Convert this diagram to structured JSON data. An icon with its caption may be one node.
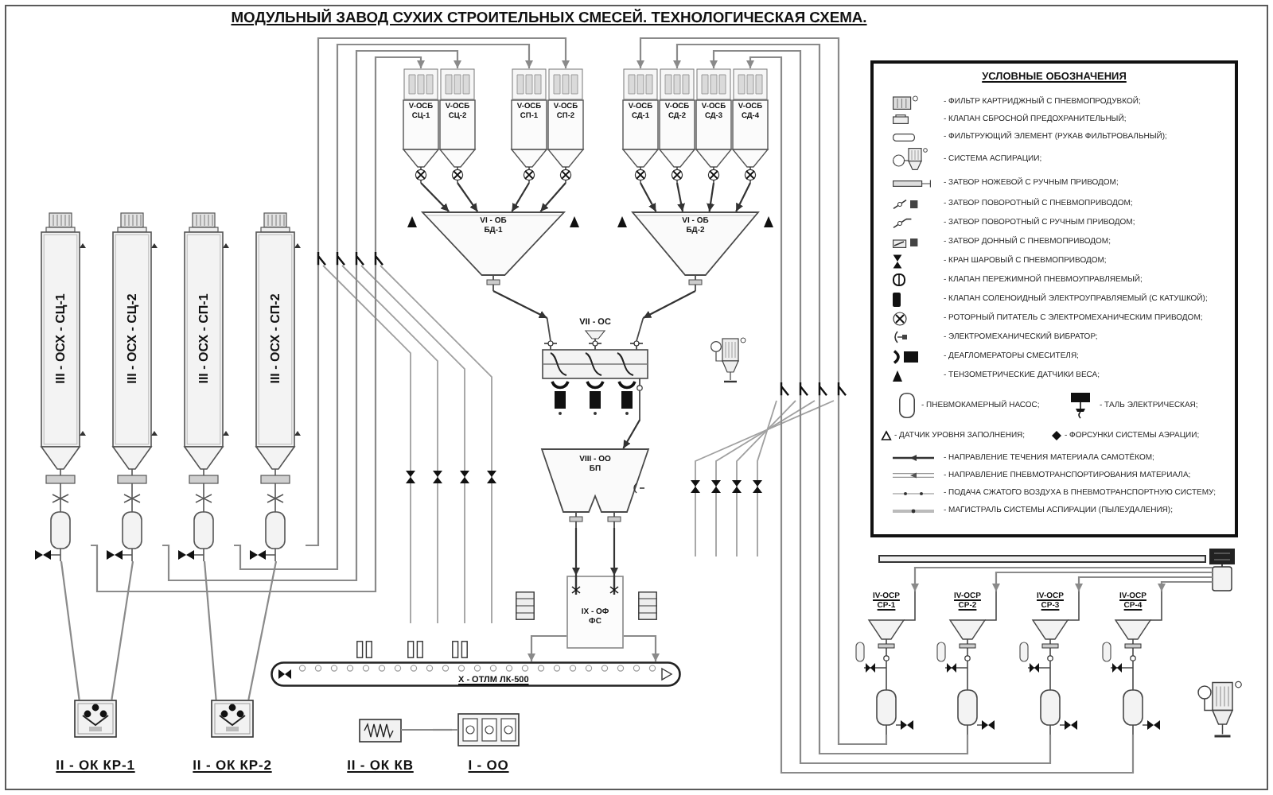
{
  "diagram": {
    "title": "МОДУЛЬНЫЙ ЗАВОД СУХИХ СТРОИТЕЛЬНЫХ СМЕСЕЙ. ТЕХНОЛОГИЧЕСКАЯ СХЕМА.",
    "nodes": [
      {
        "text": [
          "III - ОСХ - СЦ-1"
        ]
      },
      {
        "text": [
          "III - ОСХ - СЦ-2"
        ]
      },
      {
        "text": [
          "III - ОСХ - СП-1"
        ]
      },
      {
        "text": [
          "III - ОСХ - СП-2"
        ]
      },
      {
        "text": [
          "V-ОСБ СЦ-1"
        ]
      },
      {
        "text": [
          "V-ОСБ СЦ-2"
        ]
      },
      {
        "text": [
          "V-ОСБ СП-1"
        ]
      },
      {
        "text": [
          "V-ОСБ СП-2"
        ]
      },
      {
        "text": [
          "V-ОСБ СД-1"
        ]
      },
      {
        "text": [
          "V-ОСБ СД-2"
        ]
      },
      {
        "text": [
          "V-ОСБ СД-3"
        ]
      },
      {
        "text": [
          "V-ОСБ СД-4"
        ]
      },
      {
        "text": [
          "VI - ОБ БД-1"
        ]
      },
      {
        "text": [
          "VI - ОБ БД-2"
        ]
      },
      {
        "text": [
          "VII - ОС"
        ]
      },
      {
        "text": [
          "VIII - ОО БП"
        ]
      },
      {
        "text": [
          "IX - ОФ ФС"
        ]
      },
      {
        "text": [
          "X - ОТЛМ ЛК-500"
        ]
      },
      {
        "text": [
          "IV-ОСР СР-1"
        ]
      },
      {
        "text": [
          "IV-ОСР СР-2"
        ]
      },
      {
        "text": [
          "IV-ОСР СР-3"
        ]
      },
      {
        "text": [
          "IV-ОСР СР-4"
        ]
      },
      {
        "text": [
          "II - ОК КР-1"
        ]
      },
      {
        "text": [
          "II - ОК КР-2"
        ]
      },
      {
        "text": [
          "II - ОК КВ"
        ]
      },
      {
        "text": [
          "I - ОО"
        ]
      },
      {
        "text": [],
        "shape": "picture"
      }
    ],
    "edges": [
      {
        "from": 0,
        "to": 4,
        "arrow": "to"
      },
      {
        "from": 1,
        "to": 5,
        "arrow": "to"
      },
      {
        "from": 2,
        "to": 6,
        "arrow": "to"
      },
      {
        "from": 3,
        "to": 7,
        "arrow": "to"
      },
      {
        "from": 4,
        "to": 12,
        "arrow": "to",
        "color": "#333333"
      },
      {
        "from": 5,
        "to": 12,
        "arrow": "to",
        "color": "#333333"
      },
      {
        "from": 6,
        "to": 12,
        "arrow": "to",
        "color": "#333333"
      },
      {
        "from": 7,
        "to": 12,
        "arrow": "to",
        "color": "#333333"
      },
      {
        "from": 8,
        "to": 13,
        "arrow": "to",
        "color": "#333333"
      },
      {
        "from": 9,
        "to": 13,
        "arrow": "to",
        "color": "#333333"
      },
      {
        "from": 10,
        "to": 13,
        "arrow": "to",
        "color": "#333333"
      },
      {
        "from": 11,
        "to": 13,
        "arrow": "to",
        "color": "#333333"
      },
      {
        "from": 12,
        "to": 14,
        "arrow": "to",
        "color": "#333333"
      },
      {
        "from": 13,
        "to": 14,
        "arrow": "to",
        "color": "#333333"
      },
      {
        "from": 14,
        "to": 15,
        "arrow": "to",
        "color": "#333333"
      },
      {
        "from": 15,
        "to": 16,
        "arrow": "to",
        "color": "#333333"
      },
      {
        "from": 15,
        "to": 16,
        "arrow": "to",
        "color": "#333333"
      },
      {
        "from": 16,
        "to": 17,
        "arrow": "to"
      },
      {
        "from": 16,
        "to": 17,
        "arrow": "to"
      },
      {
        "from": 18,
        "to": 8,
        "arrow": "to"
      },
      {
        "from": 19,
        "to": 9,
        "arrow": "to"
      },
      {
        "from": 20,
        "to": 10,
        "arrow": "to"
      },
      {
        "from": 21,
        "to": 11,
        "arrow": "to"
      },
      {
        "from": 22,
        "to": 0,
        "arrow": "none"
      },
      {
        "from": 22,
        "to": 1,
        "arrow": "none"
      },
      {
        "from": 23,
        "to": 2,
        "arrow": "none"
      },
      {
        "from": 23,
        "to": 3,
        "arrow": "none"
      },
      {
        "from": 24,
        "to": 25,
        "arrow": "none"
      },
      {
        "from": 26,
        "to": 18,
        "arrow": "to"
      },
      {
        "from": 26,
        "to": 19,
        "arrow": "to"
      },
      {
        "from": 26,
        "to": 20,
        "arrow": "to"
      },
      {
        "from": 26,
        "to": 21,
        "arrow": "to"
      }
    ],
    "labels": [
      "УСЛОВНЫЕ ОБОЗНАЧЕНИЯ"
    ],
    "legend": [
      {
        "text": "- ФИЛЬТР КАРТРИДЖНЫЙ С ПНЕВМОПРОДУВКОЙ;"
      },
      {
        "text": "- КЛАПАН СБРОСНОЙ ПРЕДОХРАНИТЕЛЬНЫЙ;"
      },
      {
        "text": "- ФИЛЬТРУЮЩИЙ ЭЛЕМЕНТ (РУКАВ ФИЛЬТРОВАЛЬНЫЙ);"
      },
      {
        "text": "- СИСТЕМА АСПИРАЦИИ;"
      },
      {
        "text": "- ЗАТВОР НОЖЕВОЙ С РУЧНЫМ ПРИВОДОМ;"
      },
      {
        "text": "- ЗАТВОР ПОВОРОТНЫЙ С ПНЕВМОПРИВОДОМ;"
      },
      {
        "text": "- ЗАТВОР ПОВОРОТНЫЙ С РУЧНЫМ ПРИВОДОМ;"
      },
      {
        "text": "- ЗАТВОР ДОННЫЙ С ПНЕВМОПРИВОДОМ;"
      },
      {
        "text": "- КРАН ШАРОВЫЙ С ПНЕВМОПРИВОДОМ;"
      },
      {
        "text": "- КЛАПАН ПЕРЕЖИМНОЙ ПНЕВМОУПРАВЛЯЕМЫЙ;"
      },
      {
        "text": "- КЛАПАН СОЛЕНОИДНЫЙ ЭЛЕКТРОУПРАВЛЯЕМЫЙ (С КАТУШКОЙ);"
      },
      {
        "text": "- РОТОРНЫЙ ПИТАТЕЛЬ С ЭЛЕКТРОМЕХАНИЧЕСКИМ ПРИВОДОМ;"
      },
      {
        "text": "- ЭЛЕКТРОМЕХАНИЧЕСКИЙ ВИБРАТОР;"
      },
      {
        "text": "- ДЕАГЛОМЕРАТОРЫ СМЕСИТЕЛЯ;"
      },
      {
        "text": "- ТЕНЗОМЕТРИЧЕСКИЕ ДАТЧИКИ ВЕСА;"
      },
      {
        "text": "- ПНЕВМОКАМЕРНЫЙ НАСОС;"
      },
      {
        "text": "- ТАЛЬ ЭЛЕКТРИЧЕСКАЯ;"
      },
      {
        "text": "- ДАТЧИК УРОВНЯ ЗАПОЛНЕНИЯ;"
      },
      {
        "text": "- ФОРСУНКИ СИСТЕМЫ АЭРАЦИИ;"
      },
      {
        "text": "- НАПРАВЛЕНИЕ ТЕЧЕНИЯ МАТЕРИАЛА САМОТЁКОМ;"
      },
      {
        "text": "- НАПРАВЛЕНИЕ ПНЕВМОТРАНСПОРТИРОВАНИЯ МАТЕРИАЛА;"
      },
      {
        "text": "- ПОДАЧА СЖАТОГО ВОЗДУХА В ПНЕВМОТРАНСПОРТНУЮ СИСТЕМУ;"
      },
      {
        "text": "- МАГИСТРАЛЬ СИСТЕМЫ АСПИРАЦИИ (ПЫЛЕУДАЛЕНИЯ);"
      }
    ]
  }
}
